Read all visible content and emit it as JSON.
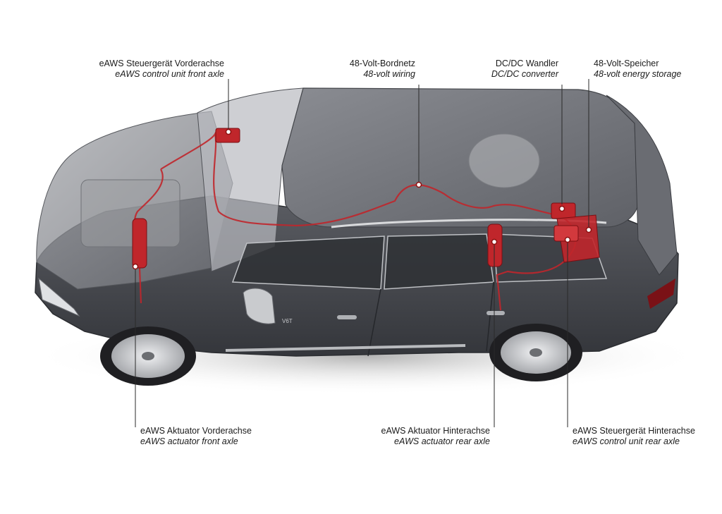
{
  "callouts": {
    "control_unit_front": {
      "de": "eAWS Steuergerät Vorderachse",
      "en": "eAWS control unit front axle"
    },
    "wiring": {
      "de": "48-Volt-Bordnetz",
      "en": "48-volt wiring"
    },
    "dcdc": {
      "de": "DC/DC Wandler",
      "en": "DC/DC converter"
    },
    "storage": {
      "de": "48-Volt-Speicher",
      "en": "48-volt energy storage"
    },
    "actuator_front": {
      "de": "eAWS Aktuator Vorderachse",
      "en": "eAWS actuator front axle"
    },
    "actuator_rear": {
      "de": "eAWS Aktuator Hinterachse",
      "en": "eAWS actuator rear axle"
    },
    "control_unit_rear": {
      "de": "eAWS Steuergerät Hinterachse",
      "en": "eAWS control unit rear axle"
    }
  },
  "vehicle": {
    "badge": "V6T"
  },
  "colors": {
    "leader": "#2a2a2a",
    "marker": "#8b0f0f",
    "component_red": "#c0262b",
    "body_gray": "#4a4c52",
    "roof_gray": "#75777d",
    "glass": "#9fa2a8",
    "tire": "#1f1f22",
    "rim": "#d3d5d8"
  }
}
